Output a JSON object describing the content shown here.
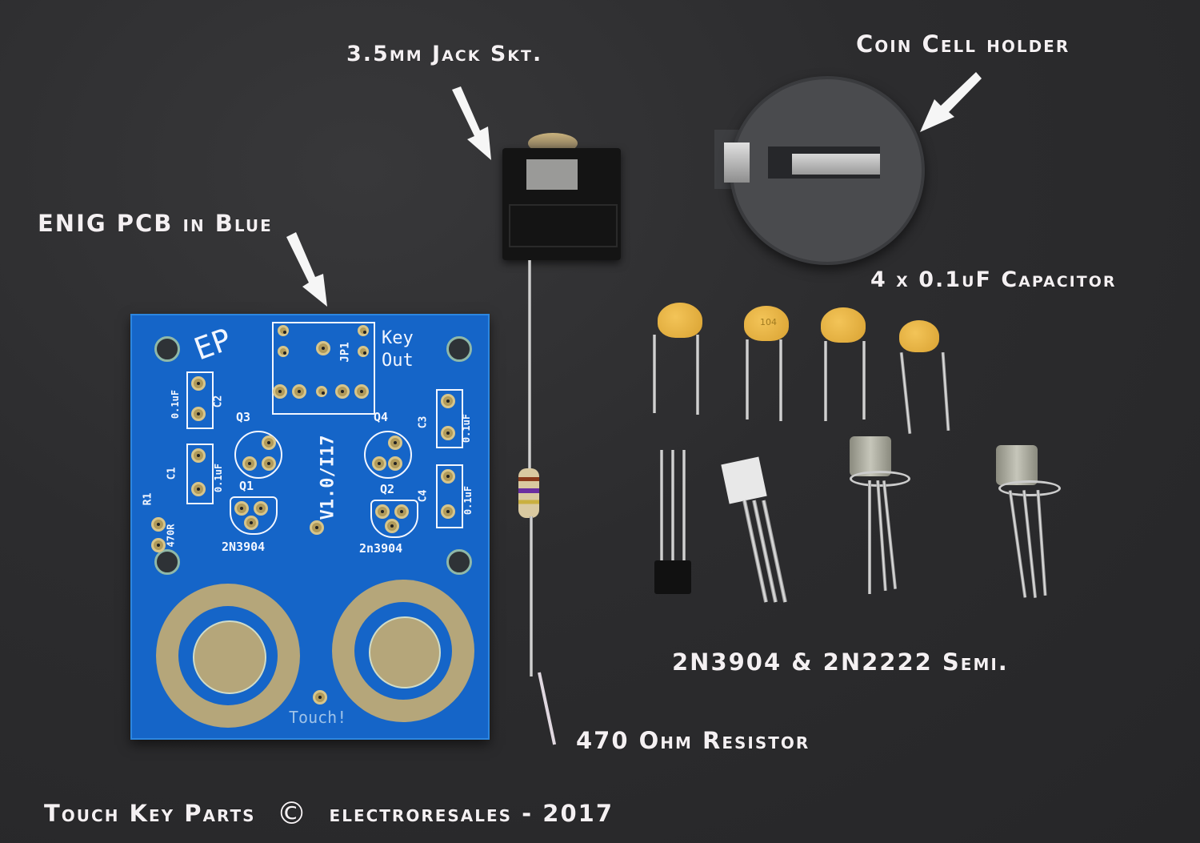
{
  "image": {
    "description": "Photograph of Touch Key kit parts on a dark slate background with annotation labels and arrows",
    "background_color": "#2b2b2d",
    "label_color": "#f4f0f2"
  },
  "labels": {
    "jack": "3.5mm Jack Skt.",
    "coin_holder": "Coin Cell holder",
    "pcb": "ENIG PCB in Blue",
    "capacitor": "4 x 0.1uF Capacitor",
    "semi": "2N3904 & 2N2222 Semi.",
    "resistor": "470 Ohm Resistor",
    "footer_title": "Touch Key Parts",
    "footer_copyright_symbol": "©",
    "footer_owner": "electroresales - 2017"
  },
  "pcb": {
    "color": "#1565c8",
    "silkscreen": {
      "logo": "EP",
      "key_out_line1": "Key",
      "key_out_line2": "Out",
      "jp1": "JP1",
      "version": "V1.0/I17",
      "c1": "C1",
      "c2": "C2",
      "c3": "C3",
      "c4": "C4",
      "c1_value": "0.1uF",
      "c2_value": "0.1uF",
      "c3_value": "0.1uF",
      "c4_value": "0.1uF",
      "q1": "Q1",
      "q2": "Q2",
      "q3": "Q3",
      "q4": "Q4",
      "q1_part": "2N3904",
      "q2_part": "2n3904",
      "r1": "R1",
      "r1_value": "470R",
      "touch": "Touch!"
    }
  },
  "components": {
    "capacitor_marking": "104",
    "capacitor_count": 4,
    "capacitor_color": "#e8b444",
    "resistor_bands": [
      "yellow",
      "violet",
      "brown",
      "gold"
    ]
  }
}
